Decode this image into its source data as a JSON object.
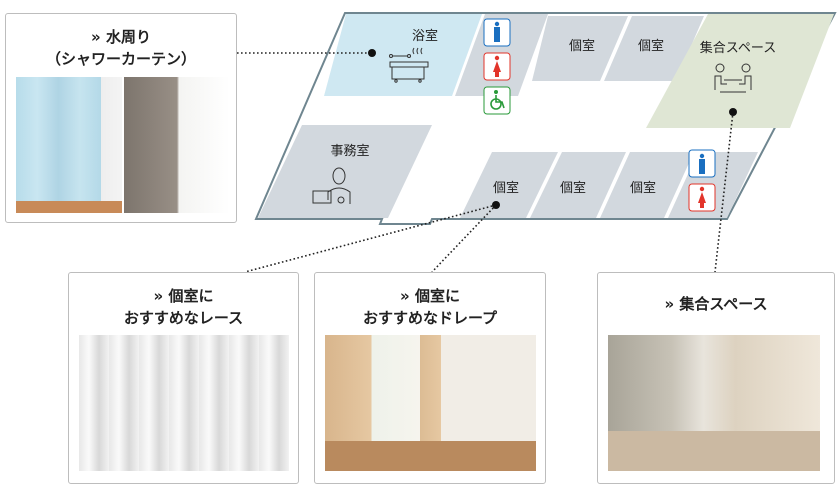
{
  "floor_plan": {
    "bath": "浴室",
    "office": "事務室",
    "lounge": "集合スペース",
    "private_rooms": [
      "個室",
      "個室",
      "個室",
      "個室",
      "個室"
    ],
    "colors": {
      "bath": "#cfe8f2",
      "lounge": "#dfe6d4",
      "room": "#d2d8de",
      "outline": "#6f8690",
      "male": "#1a6fc0",
      "female": "#e2342a",
      "accessible": "#2a9a3a"
    }
  },
  "cards": {
    "water": {
      "line1": "» 水周り",
      "line2": "（シャワーカーテン）"
    },
    "lace": {
      "line1": "» 個室に",
      "line2": "おすすめなレース"
    },
    "drape": {
      "line1": "» 個室に",
      "line2": "おすすめなドレープ"
    },
    "lounge": {
      "line1": "» 集合スペース"
    }
  }
}
